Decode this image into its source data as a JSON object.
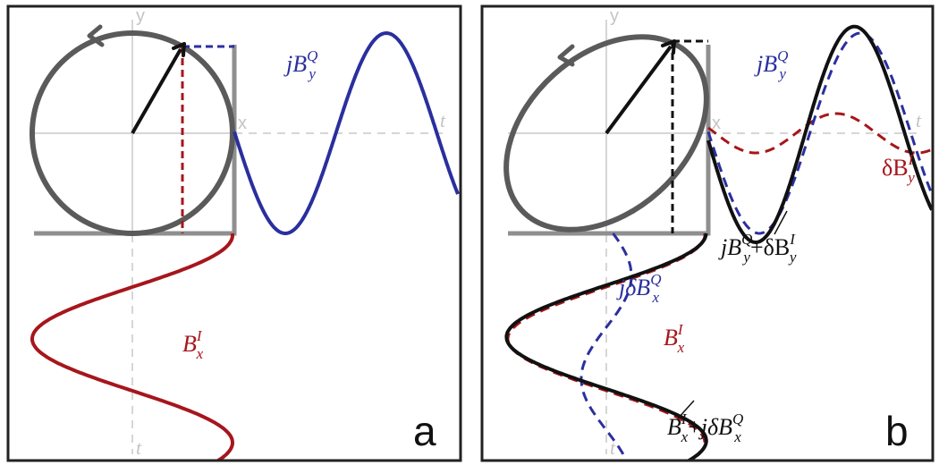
{
  "colors": {
    "frame": "#222222",
    "grid": "#d6d6d6",
    "bracket": "#8f8f8f",
    "circle": "#5a5a5a",
    "arrow": "#111111",
    "blue": "#2a2f9e",
    "red": "#a6161c",
    "black": "#111111"
  },
  "panels": [
    {
      "letter": "a",
      "axes": {
        "x": "x",
        "y": "y",
        "t_right": "t",
        "t_down": "t"
      },
      "labels": {
        "blue": {
          "base": "jB",
          "sup": "Q",
          "sub": "y"
        },
        "red": {
          "base": "B",
          "sup": "I",
          "sub": "x"
        }
      }
    },
    {
      "letter": "b",
      "axes": {
        "x": "x",
        "y": "y",
        "t_right": "t",
        "t_down": "t"
      },
      "labels": {
        "blue": {
          "base": "jB",
          "sup": "Q",
          "sub": "y"
        },
        "red_small": {
          "base": "δB",
          "sup": "I",
          "sub": "y"
        },
        "sum_y": {
          "p1": "jB",
          "p1sup": "Q",
          "p1sub": "y",
          "op": "+",
          "p2": "δB",
          "p2sup": "I",
          "p2sub": "y"
        },
        "blue_x": {
          "base": "jδB",
          "sup": "Q",
          "sub": "x"
        },
        "red_x": {
          "base": "B",
          "sup": "I",
          "sub": "x"
        },
        "sum_x": {
          "p1": "B",
          "p1sup": "I",
          "p1sub": "x",
          "op": "+",
          "p2": "jδB",
          "p2sup": "Q",
          "p2sub": "x"
        }
      }
    }
  ]
}
